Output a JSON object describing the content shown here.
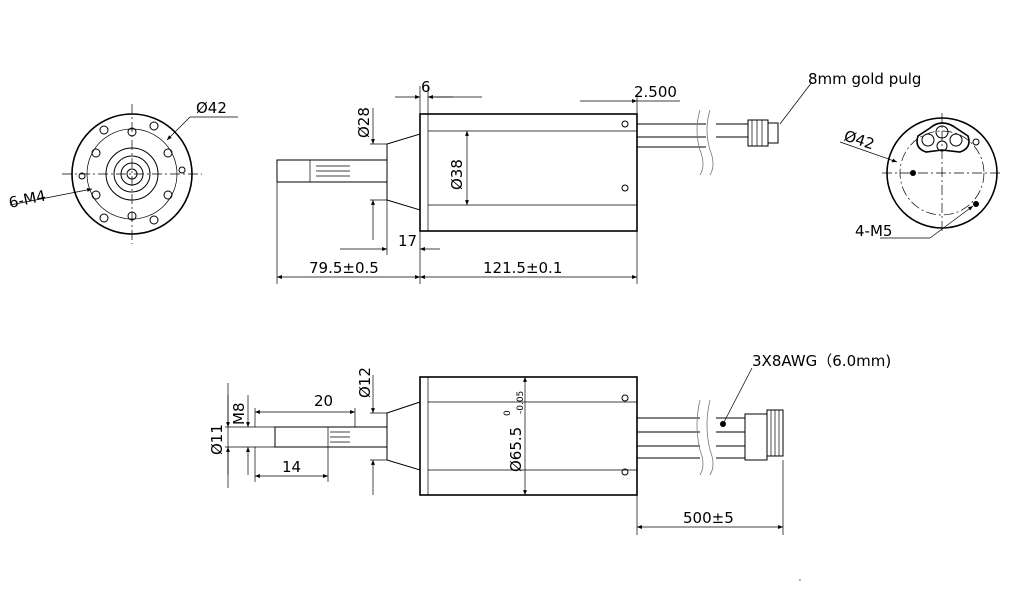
{
  "labels": {
    "front_diameter": "Ø42",
    "front_holes": "6-M4",
    "dim_6": "6",
    "dim_2500": "2.500",
    "connector_top": "8mm gold pulg",
    "dim_28": "Ø28",
    "dim_38": "Ø38",
    "dim_17": "17",
    "dim_79_5": "79.5±0.5",
    "dim_121_5": "121.5±0.1",
    "rear_diameter": "Ø42",
    "rear_holes": "4-M5",
    "dim_12": "Ø12",
    "wire_label": "3X8AWG（6.0mm)",
    "dim_20": "20",
    "dim_11": "Ø11",
    "dim_m8": "M8",
    "dim_14": "14",
    "dim_65_5": "Ø65.5",
    "tol_upper": "0",
    "tol_lower": "-0.05",
    "dim_500": "500±5"
  }
}
